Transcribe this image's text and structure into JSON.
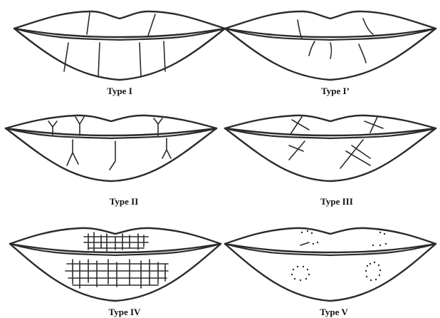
{
  "panels": [
    {
      "label": "Type I"
    },
    {
      "label": "Type I’"
    },
    {
      "label": "Type II"
    },
    {
      "label": "Type III"
    },
    {
      "label": "Type IV"
    },
    {
      "label": "Type V"
    }
  ]
}
